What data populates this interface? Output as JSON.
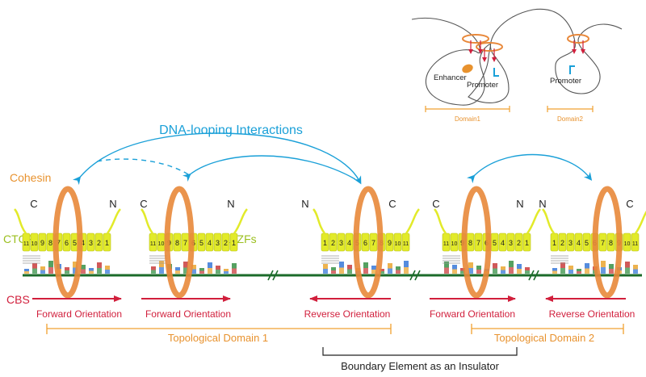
{
  "labels": {
    "looping": "DNA-looping Interactions",
    "cohesin": "Cohesin",
    "ctcf": "CTCF",
    "zfs": "11ZFs",
    "cbs": "CBS",
    "forward": "Forward Orientation",
    "reverse": "Reverse Orientation",
    "domain1": "Topological Domain 1",
    "domain2": "Topological Domain 2",
    "boundary": "Boundary Element as an Insulator",
    "c": "C",
    "n": "N"
  },
  "inset": {
    "enhancer": "Enhancer",
    "promoter": "Promoter",
    "domain1": "Domain1",
    "domain2": "Domain2"
  },
  "zf_forward": [
    "11",
    "10",
    "9",
    "8",
    "7",
    "6",
    "5",
    "4",
    "3",
    "2",
    "1"
  ],
  "zf_reverse": [
    "1",
    "2",
    "3",
    "4",
    "5",
    "6",
    "7",
    "8",
    "9",
    "10",
    "11"
  ],
  "colors": {
    "dna": "#1b6b2a",
    "zf": "#e2ea2a",
    "cohesin": "#e8883a",
    "loop": "#1aa0d8",
    "arrow": "#d11f3c",
    "domain": "#f0a030"
  }
}
